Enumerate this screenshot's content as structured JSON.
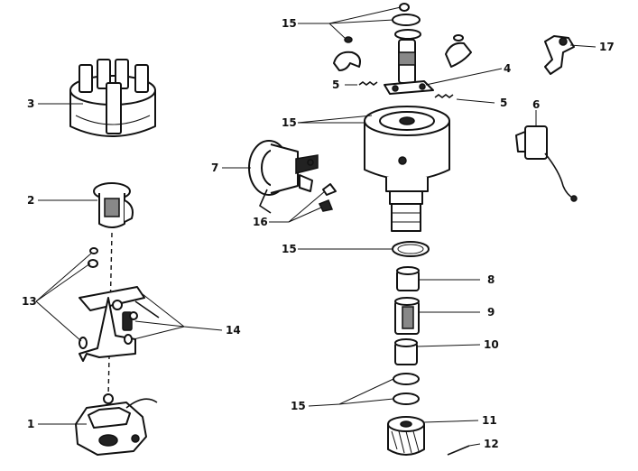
{
  "labels": {
    "l1": "1",
    "l2": "2",
    "l3": "3",
    "l4": "4",
    "l5a": "5",
    "l5b": "5",
    "l6": "6",
    "l7": "7",
    "l8": "8",
    "l9": "9",
    "l10": "10",
    "l11": "11",
    "l12": "12",
    "l13": "13",
    "l14": "14",
    "l15a": "15",
    "l15b": "15",
    "l15c": "15",
    "l15d": "15",
    "l16": "16",
    "l17": "17"
  }
}
